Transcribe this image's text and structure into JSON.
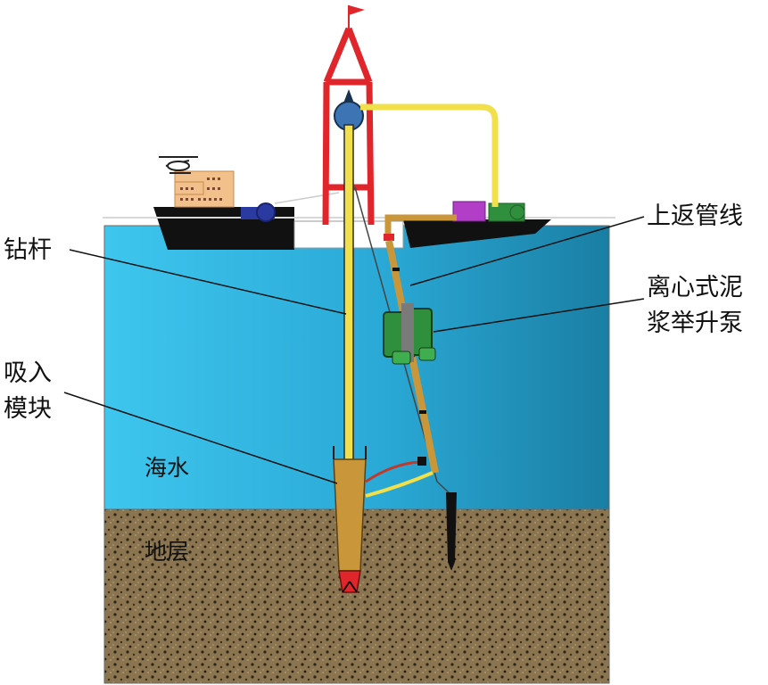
{
  "labels": {
    "drill_pipe": "钻杆",
    "suction_module_l1": "吸入",
    "suction_module_l2": "模块",
    "return_line": "上返管线",
    "pump_l1": "离心式泥",
    "pump_l2": "浆举升泵",
    "seawater": "海水",
    "stratum": "地层"
  },
  "colors": {
    "sea_light": "#39c2ec",
    "sea_dark": "#1f8fb5",
    "seabed": "#8a7550",
    "derrick": "#e0262b",
    "pipe": "#f2e04a",
    "hull": "#111111",
    "pump": "#2f8f3c",
    "motor": "#2b3aa0",
    "winch": "#b23ec8"
  },
  "icons": {
    "flag": "flag-icon",
    "helicopter": "helicopter-icon"
  }
}
